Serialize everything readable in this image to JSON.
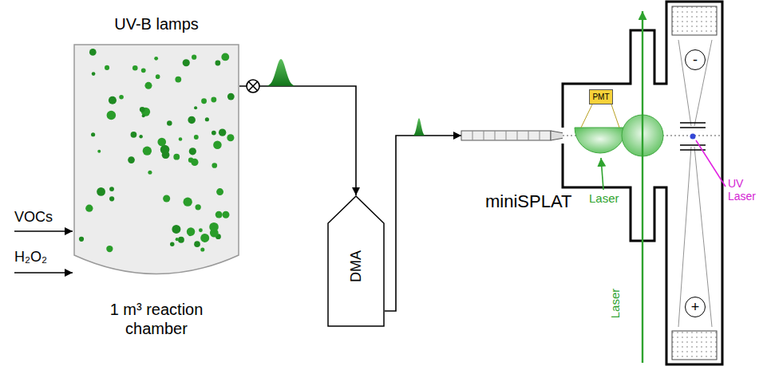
{
  "diagram": {
    "nodes": [
      {
        "text": [
          "UV-B lamps",
          "1 m³ reaction chamber"
        ]
      },
      {
        "text": [
          "DMA"
        ]
      },
      {
        "text": [
          "miniSPLAT"
        ]
      },
      {
        "text": [
          "PMT"
        ],
        "in": 2
      },
      {
        "text": [
          "-"
        ],
        "in": 2
      },
      {
        "text": [
          "+"
        ],
        "in": 2
      }
    ],
    "edges": [
      {
        "from": 0,
        "to": 1,
        "arrow": "to"
      },
      {
        "from": 1,
        "to": 2,
        "arrow": "to"
      }
    ],
    "labels": [
      "VOCs",
      "H₂O₂",
      "Laser",
      "Laser",
      "UV Laser"
    ]
  }
}
